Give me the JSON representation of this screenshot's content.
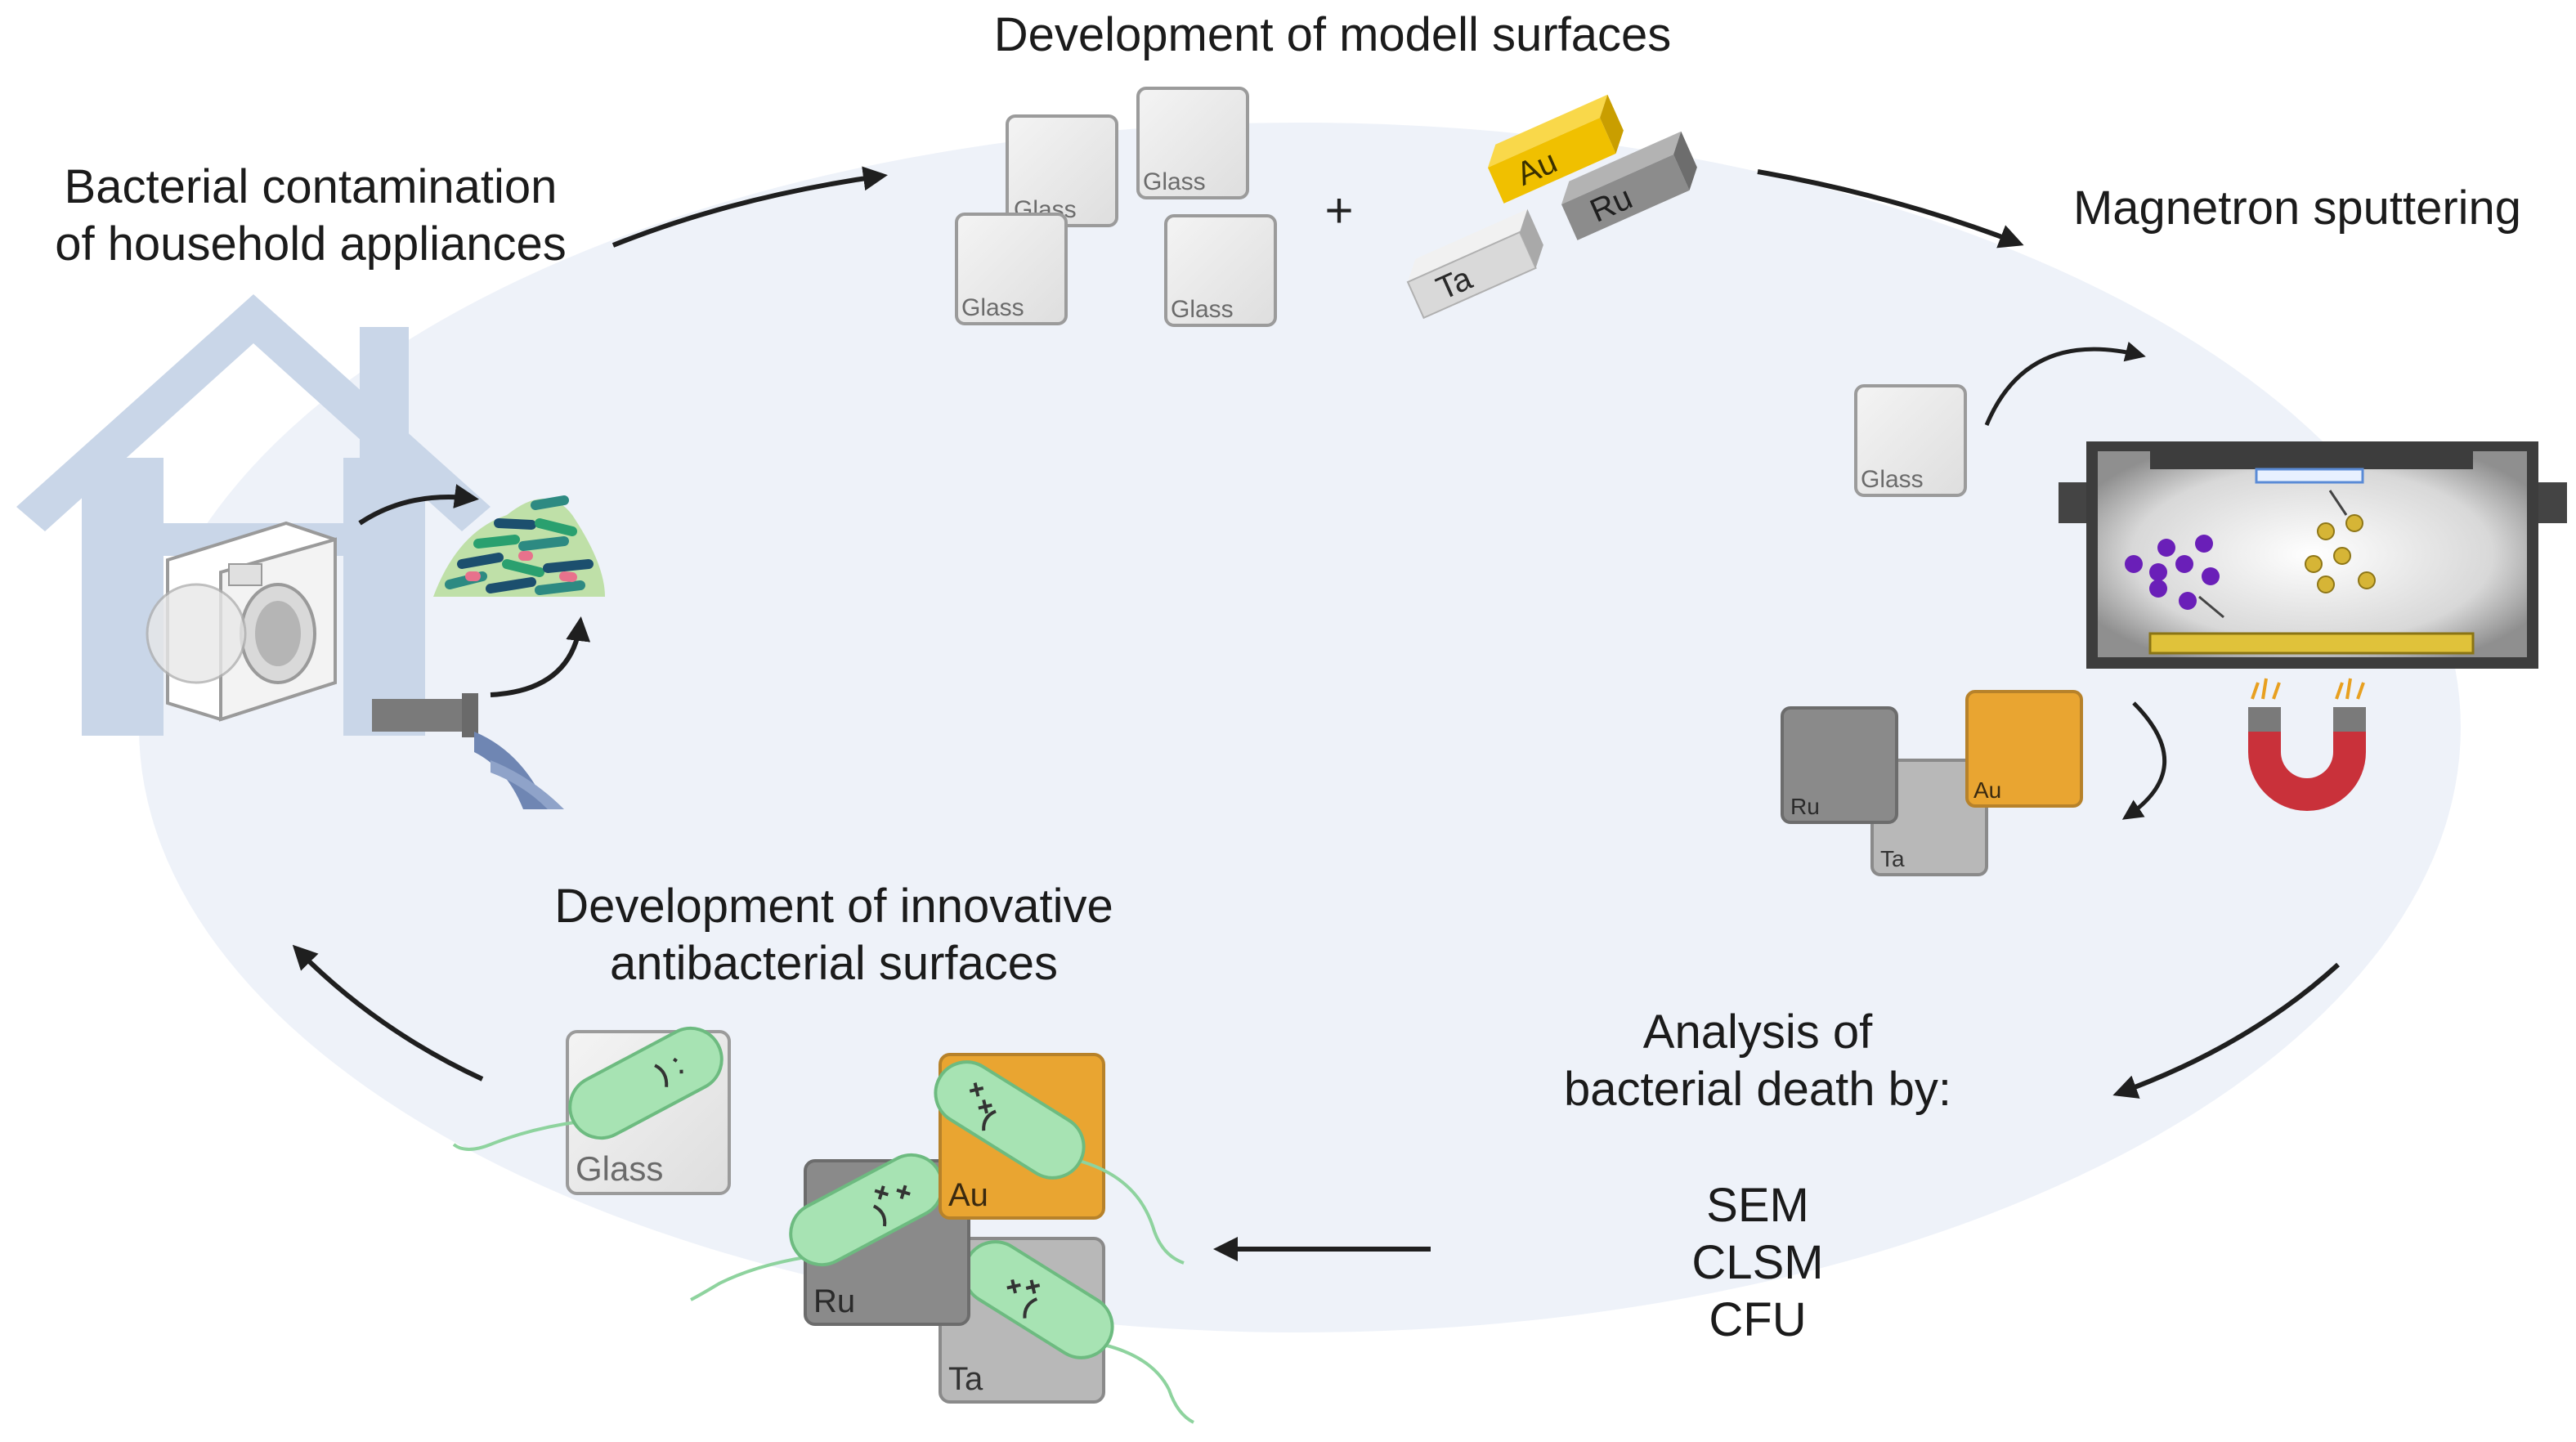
{
  "stages": {
    "modell_surfaces": {
      "title": "Development of modell surfaces",
      "glass_label": "Glass",
      "plus_sign": "+",
      "metal_bars": [
        {
          "label": "Au",
          "color": "#f0c000"
        },
        {
          "label": "Ru",
          "color": "#8c8c8c"
        },
        {
          "label": "Ta",
          "color": "#d9d9d9"
        }
      ]
    },
    "sputtering": {
      "title": "Magnetron sputtering",
      "glass_label": "Glass",
      "coated": {
        "ru": "Ru",
        "ta": "Ta",
        "au": "Au"
      }
    },
    "analysis": {
      "line1": "Analysis of",
      "line2": "bacterial death by:",
      "methods": [
        "SEM",
        "CLSM",
        "CFU"
      ]
    },
    "innovative": {
      "line1": "Development of innovative",
      "line2": "antibacterial surfaces",
      "glass_label": "Glass",
      "au_label": "Au",
      "ru_label": "Ru",
      "ta_label": "Ta"
    },
    "contamination": {
      "line1": "Bacterial contamination",
      "line2": "of household appliances"
    }
  },
  "colors": {
    "cycle_background": "#eef2f9",
    "house": "#c9d6e8",
    "gold": "#e9a531",
    "ruthenium": "#8a8a8a",
    "tantalum": "#b8b8b8",
    "bacterium": "#a7e3b3",
    "magnet_red": "#c9313a"
  }
}
